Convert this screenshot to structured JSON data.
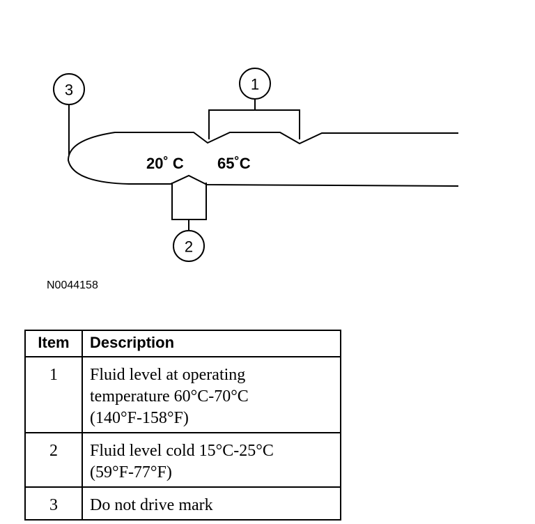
{
  "diagram": {
    "callouts": [
      "1",
      "2",
      "3"
    ],
    "temp_cold": "20˚ C",
    "temp_hot": "65˚C",
    "figure_id": "N0044158"
  },
  "table": {
    "headers": {
      "item": "Item",
      "description": "Description"
    },
    "rows": [
      {
        "item": "1",
        "description": [
          "Fluid level at operating",
          "temperature 60°C-70°C",
          "(140°F-158°F)"
        ]
      },
      {
        "item": "2",
        "description": [
          "Fluid level cold 15°C-25°C",
          "(59°F-77°F)"
        ]
      },
      {
        "item": "3",
        "description": [
          "Do not drive mark"
        ]
      }
    ]
  }
}
